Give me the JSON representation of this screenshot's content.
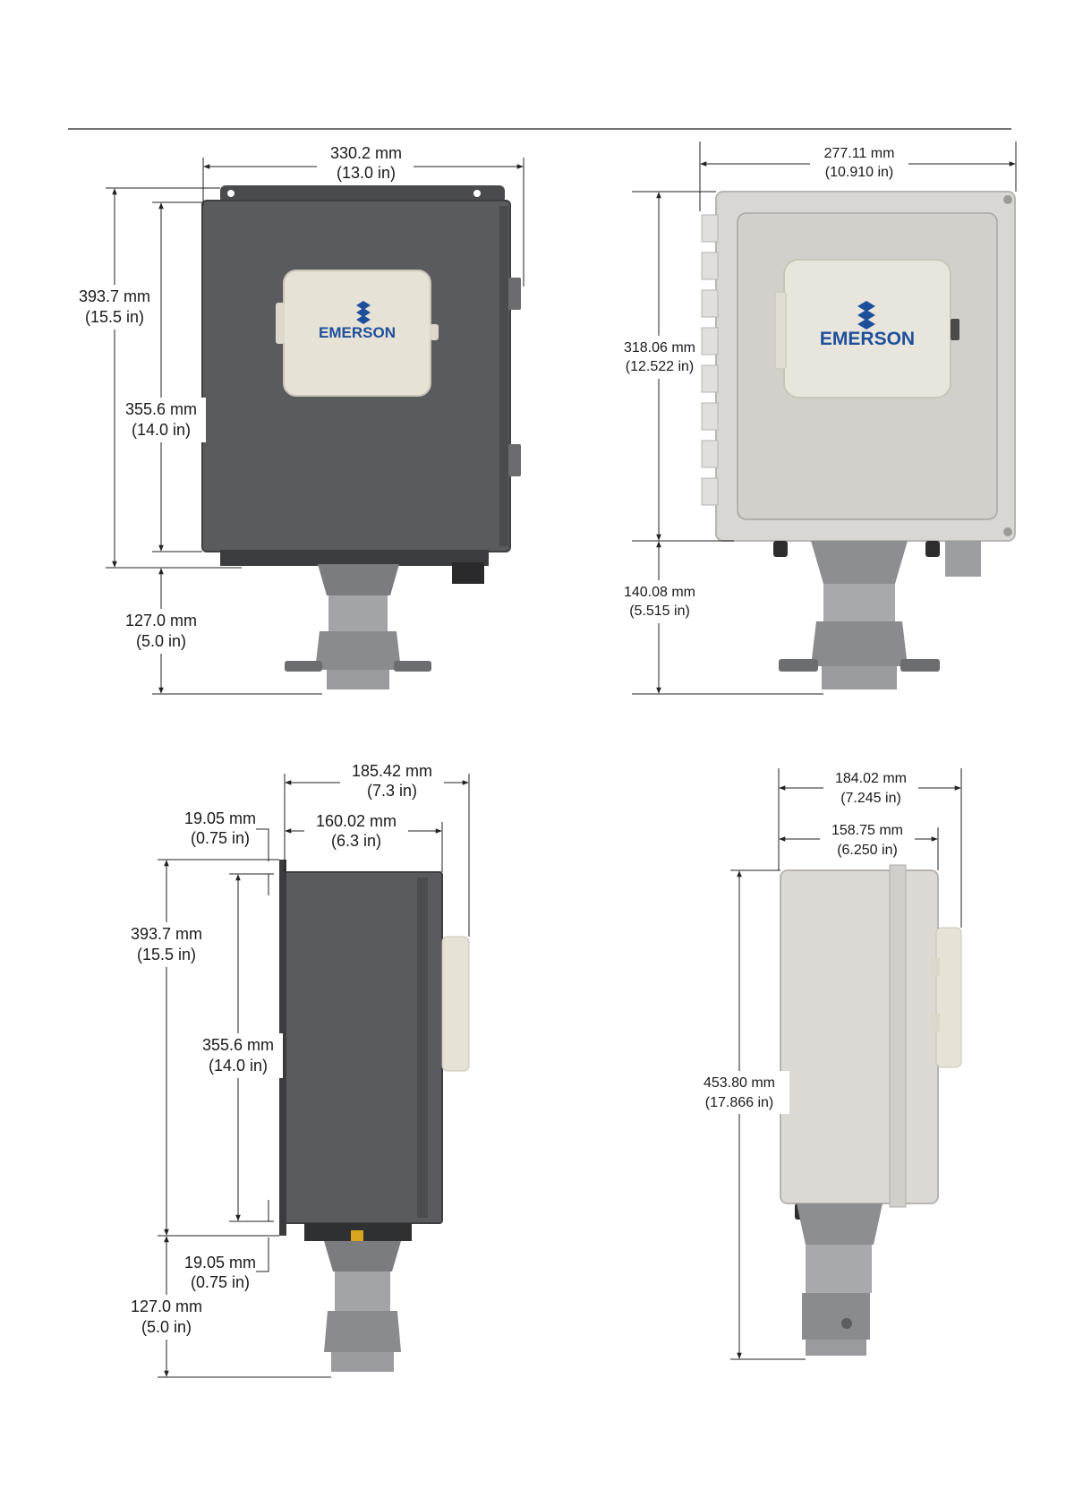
{
  "colors": {
    "dark_enclosure": "#5a5b5f",
    "dark_enclosure_edge": "#3e3f42",
    "light_enclosure": "#d9d7d3",
    "light_enclosure_edge": "#b8b5b0",
    "cover_plate": "#e6e2d6",
    "emerson_blue": "#1e4f9a",
    "metal": "#8e8f92",
    "dimension_line": "#222222"
  },
  "views": {
    "front_dark": {
      "logo": "EMERSON",
      "width_mm": "330.2 mm",
      "width_in": "(13.0 in)",
      "height_outer_mm": "393.7 mm",
      "height_outer_in": "(15.5 in)",
      "height_inner_mm": "355.6 mm",
      "height_inner_in": "(14.0 in)",
      "bottom_mm": "127.0 mm",
      "bottom_in": "(5.0 in)"
    },
    "front_light": {
      "logo": "EMERSON",
      "width_mm": "277.11 mm",
      "width_in": "(10.910 in)",
      "height_mm": "318.06 mm",
      "height_in": "(12.522 in)",
      "bottom_mm": "140.08 mm",
      "bottom_in": "(5.515 in)"
    },
    "side_dark": {
      "depth_outer_mm": "185.42 mm",
      "depth_outer_in": "(7.3 in)",
      "offset_top_mm": "19.05 mm",
      "offset_top_in": "(0.75 in)",
      "depth_inner_mm": "160.02 mm",
      "depth_inner_in": "(6.3 in)",
      "height_outer_mm": "393.7 mm",
      "height_outer_in": "(15.5 in)",
      "height_inner_mm": "355.6 mm",
      "height_inner_in": "(14.0 in)",
      "offset_bottom_mm": "19.05 mm",
      "offset_bottom_in": "(0.75 in)",
      "bottom_mm": "127.0 mm",
      "bottom_in": "(5.0 in)"
    },
    "side_light": {
      "depth_outer_mm": "184.02 mm",
      "depth_outer_in": "(7.245 in)",
      "depth_inner_mm": "158.75 mm",
      "depth_inner_in": "(6.250 in)",
      "height_mm": "453.80 mm",
      "height_in": "(17.866 in)"
    }
  }
}
